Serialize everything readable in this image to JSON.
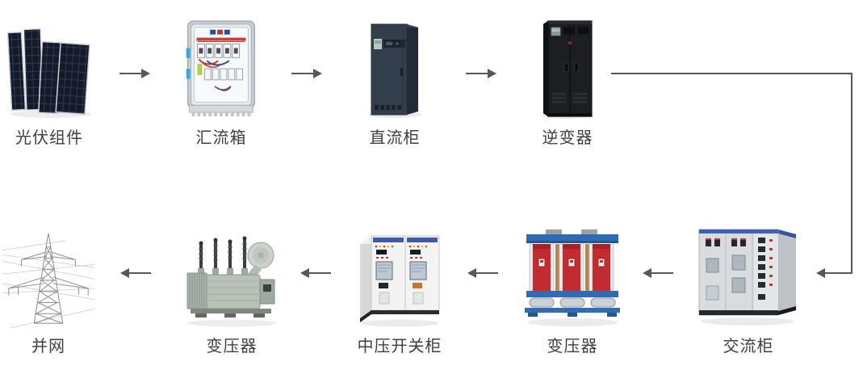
{
  "diagram": {
    "rows": [
      {
        "name": "top-row",
        "items": [
          {
            "label": "光伏组件",
            "icon": "pv-modules-icon"
          },
          {
            "label": "汇流箱",
            "icon": "combiner-box-icon"
          },
          {
            "label": "直流柜",
            "icon": "dc-cabinet-icon"
          },
          {
            "label": "逆变器",
            "icon": "inverter-icon"
          }
        ]
      },
      {
        "name": "bottom-row",
        "items": [
          {
            "label": "并网",
            "icon": "grid-tower-icon"
          },
          {
            "label": "变压器",
            "icon": "power-transformer-icon"
          },
          {
            "label": "中压开关柜",
            "icon": "mv-switchgear-icon"
          },
          {
            "label": "变压器",
            "icon": "dry-type-transformer-icon"
          },
          {
            "label": "交流柜",
            "icon": "ac-cabinet-icon"
          }
        ]
      }
    ],
    "colors": {
      "background": "#ffffff",
      "label_text": "#3f3f3f",
      "arrow": "#55585c",
      "transformer_red": "#c22b30",
      "frame_blue": "#2f6cb3",
      "cabinet_header_blue": "#3f63ae",
      "latch_blue": "#35a7dd"
    }
  }
}
